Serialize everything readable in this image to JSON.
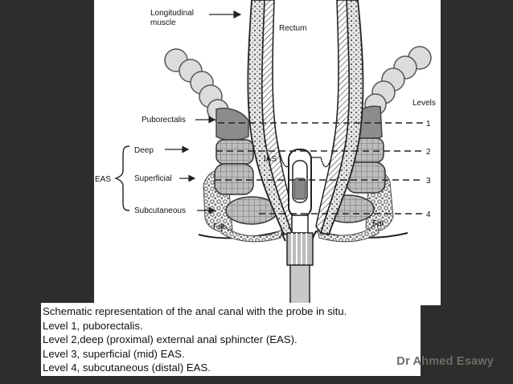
{
  "diagram": {
    "labels": {
      "longitudinal_muscle": [
        "Longitudinal",
        "muscle"
      ],
      "rectum": "Rectum",
      "levels": "Levels",
      "puborectalis": "Puborectalis",
      "eas": "EAS",
      "deep": "Deep",
      "superficial": "Superficial",
      "subcutaneous": "Subcutaneous",
      "ias": "IAS",
      "fat_left": "Fat",
      "fat_right": "Fat"
    },
    "level_numbers": [
      "1",
      "2",
      "3",
      "4"
    ]
  },
  "caption": {
    "lines": [
      "Schematic representation of the anal canal with the probe in situ.",
      "Level 1, puborectalis.",
      "Level 2,deep (proximal) external anal sphincter (EAS).",
      "Level 3, superficial (mid) EAS.",
      "Level 4, subcutaneous (distal) EAS."
    ]
  },
  "credit": "Dr Ahmed Esawy"
}
